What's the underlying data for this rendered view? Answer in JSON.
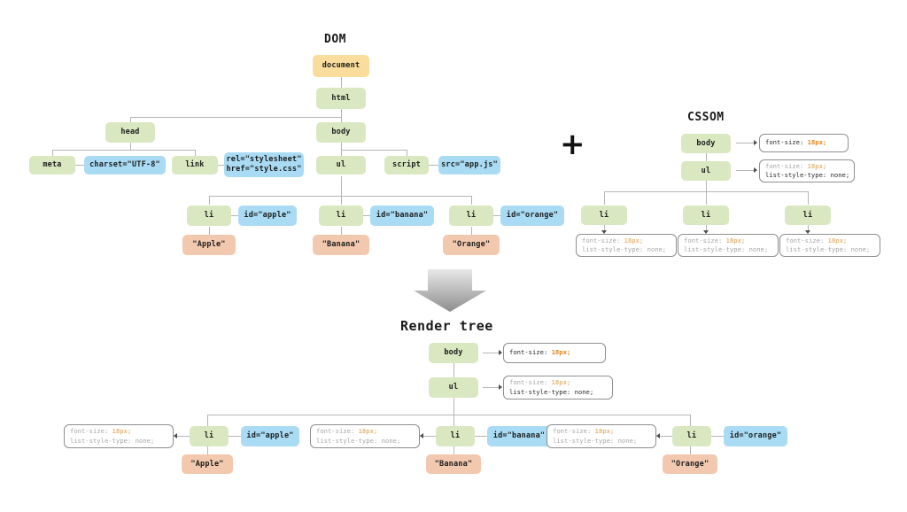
{
  "diagram": {
    "background": "#ffffff",
    "palette": {
      "element_node": "#d9e8c0",
      "document_node": "#fadd9c",
      "attribute_node": "#a9dcf4",
      "text_node": "#f2c9ae",
      "rule_box_border": "#8f8f8f",
      "value_accent": "#e08214",
      "connector": "#b6b6b6"
    },
    "titles": {
      "dom": "DOM",
      "cssom": "CSSOM",
      "render_tree": "Render tree",
      "combine_operator": "+"
    },
    "dom_tree": {
      "document": "document",
      "html": "html",
      "head": "head",
      "body": "body",
      "meta": "meta",
      "meta_attr": "charset=\"UTF-8\"",
      "link": "link",
      "link_attr_line1": "rel=\"stylesheet\"",
      "link_attr_line2": "href=\"style.css\"",
      "ul": "ul",
      "script": "script",
      "script_attr": "src=\"app.js\"",
      "items": [
        {
          "tag": "li",
          "attr": "id=\"apple\"",
          "text": "\"Apple\""
        },
        {
          "tag": "li",
          "attr": "id=\"banana\"",
          "text": "\"Banana\""
        },
        {
          "tag": "li",
          "attr": "id=\"orange\"",
          "text": "\"Orange\""
        }
      ]
    },
    "cssom_tree": {
      "body": {
        "tag": "body",
        "rules": [
          {
            "prop": "font-size:",
            "value": "18px;",
            "muted": false
          }
        ]
      },
      "ul": {
        "tag": "ul",
        "rules": [
          {
            "prop": "font-size:",
            "value": "18px;",
            "muted": true
          },
          {
            "prop": "list-style-type:",
            "value": "none;",
            "muted": false
          }
        ]
      },
      "items": [
        {
          "tag": "li",
          "rules": [
            {
              "prop": "font-size:",
              "value": "18px;",
              "muted": true
            },
            {
              "prop": "list-style-type:",
              "value": "none;",
              "muted": true
            }
          ]
        },
        {
          "tag": "li",
          "rules": [
            {
              "prop": "font-size:",
              "value": "18px;",
              "muted": true
            },
            {
              "prop": "list-style-type:",
              "value": "none;",
              "muted": true
            }
          ]
        },
        {
          "tag": "li",
          "rules": [
            {
              "prop": "font-size:",
              "value": "18px;",
              "muted": true
            },
            {
              "prop": "list-style-type:",
              "value": "none;",
              "muted": true
            }
          ]
        }
      ]
    },
    "render_tree": {
      "body": {
        "tag": "body",
        "rules": [
          {
            "prop": "font-size:",
            "value": "18px;",
            "muted": false
          }
        ]
      },
      "ul": {
        "tag": "ul",
        "rules": [
          {
            "prop": "font-size:",
            "value": "18px;",
            "muted": true
          },
          {
            "prop": "list-style-type:",
            "value": "none;",
            "muted": false
          }
        ]
      },
      "items": [
        {
          "tag": "li",
          "attr": "id=\"apple\"",
          "text": "\"Apple\"",
          "rules": [
            {
              "prop": "font-size:",
              "value": "18px;",
              "muted": true
            },
            {
              "prop": "list-style-type:",
              "value": "none;",
              "muted": true
            }
          ]
        },
        {
          "tag": "li",
          "attr": "id=\"banana\"",
          "text": "\"Banana\"",
          "rules": [
            {
              "prop": "font-size:",
              "value": "18px;",
              "muted": true
            },
            {
              "prop": "list-style-type:",
              "value": "none;",
              "muted": true
            }
          ]
        },
        {
          "tag": "li",
          "attr": "id=\"orange\"",
          "text": "\"Orange\"",
          "rules": [
            {
              "prop": "font-size:",
              "value": "18px;",
              "muted": true
            },
            {
              "prop": "list-style-type:",
              "value": "none;",
              "muted": true
            }
          ]
        }
      ]
    }
  }
}
